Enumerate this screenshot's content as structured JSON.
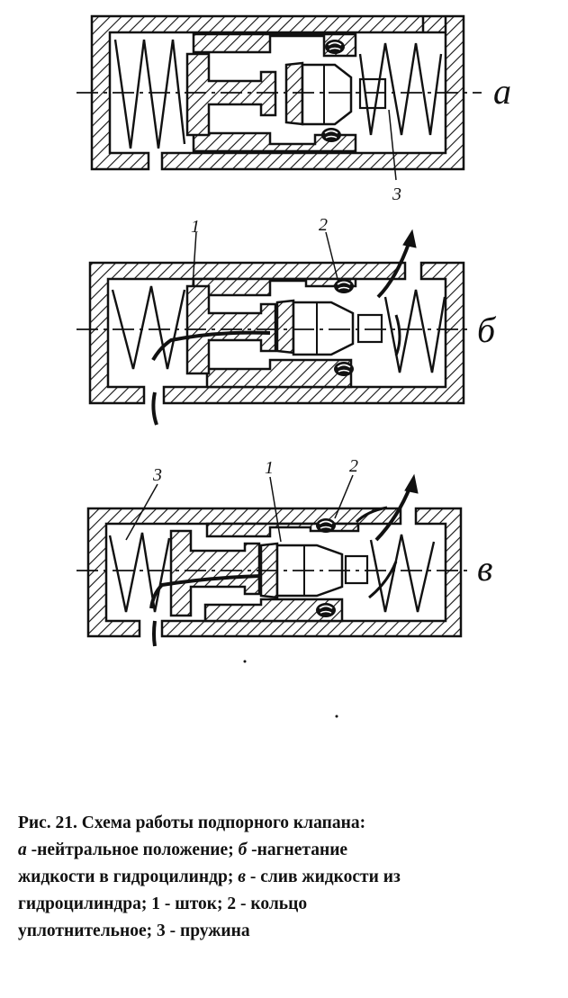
{
  "diagram": {
    "variants": [
      {
        "letter": "а",
        "parts": [
          "3"
        ]
      },
      {
        "letter": "б",
        "parts": [
          "1",
          "2"
        ]
      },
      {
        "letter": "в",
        "parts": [
          "3",
          "1",
          "2"
        ]
      }
    ]
  },
  "caption": {
    "line1": "Рис. 21. Схема работы подпорного клапана:",
    "l2_a": "а",
    "l2_t1": " -нейтральное положение; ",
    "l2_b": "б",
    "l2_t2": " -нагнетание",
    "l3_t1": "жидкости в гидроцилиндр; ",
    "l3_v": "в",
    "l3_t2": " - слив жидкости из",
    "line4": "гидроцилиндра; 1 - шток; 2 - кольцо",
    "line5": "уплотнительное; 3 - пружина"
  }
}
